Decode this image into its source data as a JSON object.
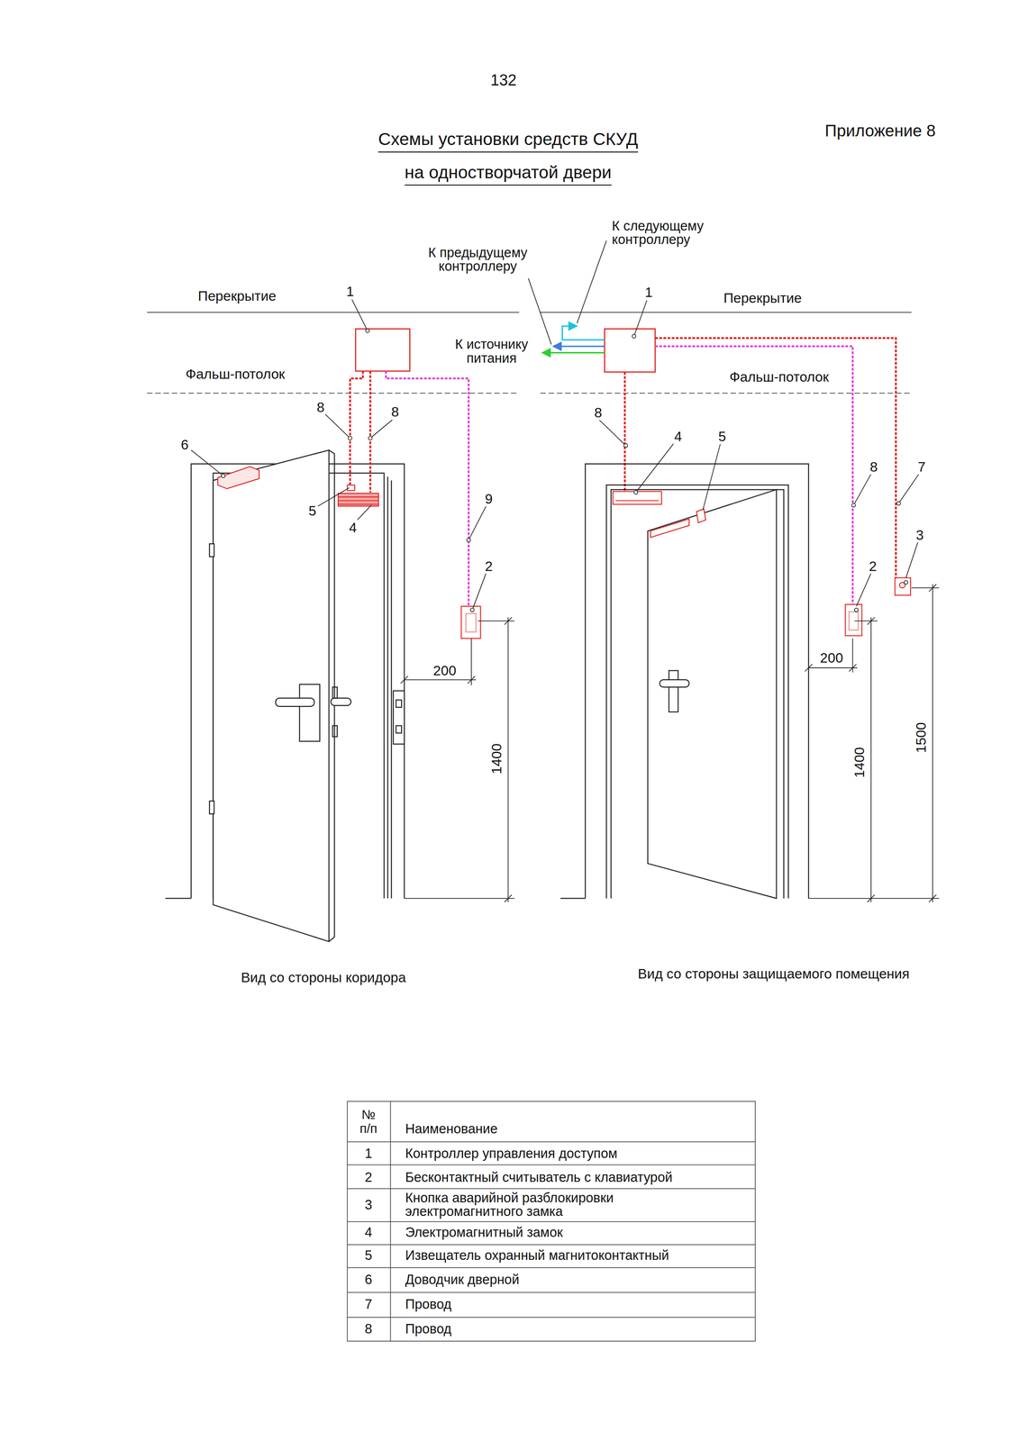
{
  "diagram": {
    "title": "Схемы установки средств СКУД на одностворчатой двери",
    "labels": [
      "132",
      "Приложение 8",
      "Перекрытие",
      "1",
      "Фальш-потолок",
      "8",
      "8",
      "6",
      "5",
      "4",
      "9",
      "2",
      "200",
      "1400",
      "К предыдущему контроллеру",
      "К следующему контроллеру",
      "К источнику питания",
      "1",
      "Перекрытие",
      "Фальш-потолок",
      "8",
      "4",
      "5",
      "8",
      "7",
      "3",
      "2",
      "200",
      "1400",
      "1500",
      "Вид со стороны коридора",
      "Вид со стороны защищаемого помещения",
      "№ п/п",
      "Наименование",
      "1",
      "Контроллер управления доступом",
      "2",
      "Бесконтактный считыватель с клавиатурой",
      "3",
      "Кнопка аварийной разблокировки электромагнитного замка",
      "4",
      "Электромагнитный замок",
      "5",
      "Извещатель охранный магнитоконтактный",
      "6",
      "Доводчик дверной",
      "7",
      "Провод",
      "8",
      "Провод"
    ]
  }
}
